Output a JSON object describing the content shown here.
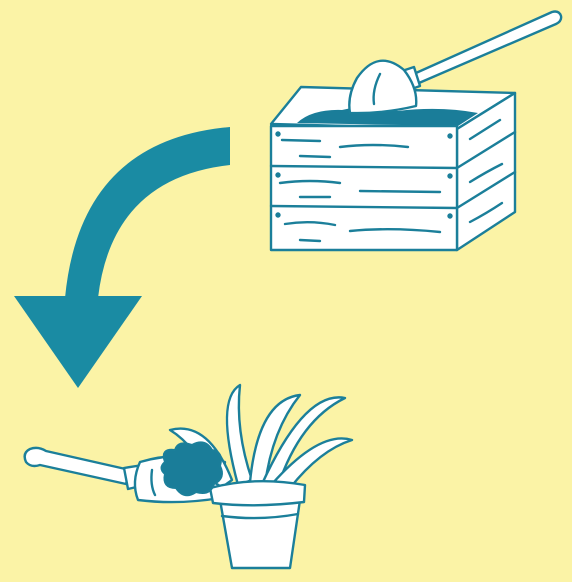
{
  "illustration": {
    "background_color": "#FBF3A6",
    "line_color": "#1B7F9A",
    "fill_color": "#FFFFFF",
    "soil_color": "#1A7D99",
    "arrow_color": "#1A8BA3",
    "elements": [
      "crate-of-compost",
      "shovel",
      "curved-arrow-down",
      "hand-trowel-with-compost",
      "potted-plant"
    ]
  }
}
